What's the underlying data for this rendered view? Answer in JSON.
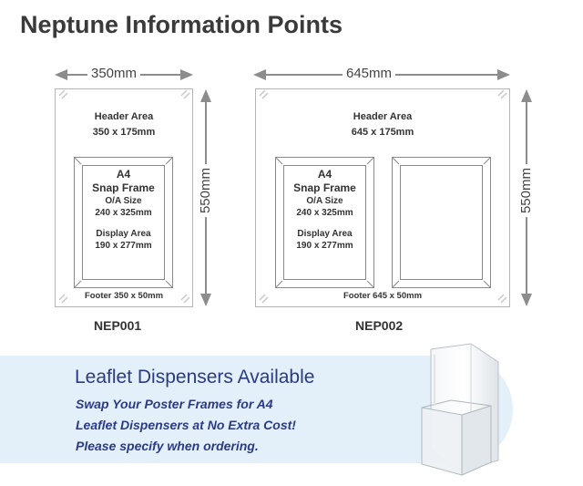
{
  "title": "Neptune Information Points",
  "nep001": {
    "width": "350mm",
    "height": "550mm",
    "header_area": "Header Area",
    "header_size": "350 x 175mm",
    "frame_lines": [
      "A4",
      "Snap Frame",
      "O/A Size",
      "240 x 325mm",
      "",
      "Display Area",
      "190 x 277mm"
    ],
    "footer": "Footer 350 x 50mm",
    "code": "NEP001"
  },
  "nep002": {
    "width": "645mm",
    "height": "550mm",
    "header_area": "Header Area",
    "header_size": "645 x 175mm",
    "frame_lines": [
      "A4",
      "Snap Frame",
      "O/A Size",
      "240 x 325mm",
      "",
      "Display Area",
      "190 x 277mm"
    ],
    "footer": "Footer 645 x 50mm",
    "code": "NEP002"
  },
  "banner": {
    "title": "Leaflet Dispensers Available",
    "line1": "Swap Your Poster Frames for A4",
    "line2": "Leaflet Dispensers at No Extra Cost!",
    "line3": "Please specify when ordering."
  },
  "colors": {
    "brand_blue": "#2b3a87",
    "banner_bg": "#e3f0fa",
    "arrow_gray": "#8c8c8c"
  }
}
